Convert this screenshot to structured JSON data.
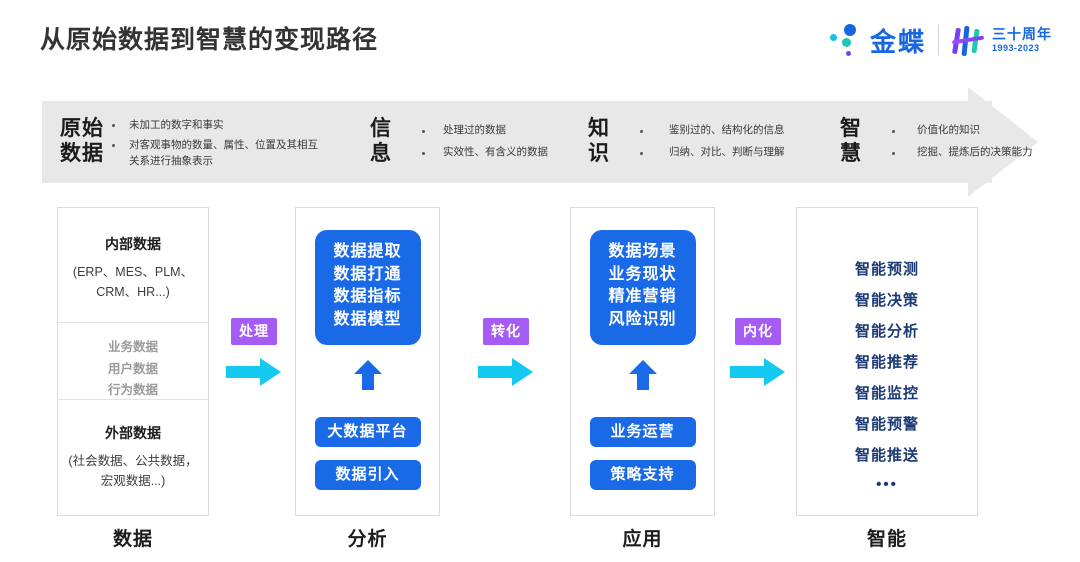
{
  "header": {
    "title": "从原始数据到智慧的变现路径",
    "brand_name": "金蝶",
    "anniversary_cn": "三十周年",
    "anniversary_years": "1993-2023",
    "brand_color": "#1766e0"
  },
  "banner": {
    "stages": [
      {
        "name": "原始\n数据",
        "name_line1": "原始",
        "name_line2": "数据",
        "bullets": [
          "未加工的数字和事实",
          "对客观事物的数量、属性、位置及其相互关系进行抽象表示"
        ]
      },
      {
        "name_line1": "信",
        "name_line2": "息",
        "bullets": [
          "处理过的数据",
          "实效性、有含义的数据"
        ]
      },
      {
        "name_line1": "知",
        "name_line2": "识",
        "bullets": [
          "鉴别过的、结构化的信息",
          "归纳、对比、判断与理解"
        ]
      },
      {
        "name_line1": "智",
        "name_line2": "慧",
        "bullets": [
          "价值化的知识",
          "挖掘、提炼后的决策能力"
        ]
      }
    ]
  },
  "columns": {
    "labels": [
      "数据",
      "分析",
      "应用",
      "智能"
    ],
    "data": {
      "internal_title": "内部数据",
      "internal_sub": "(ERP、MES、PLM、CRM、HR...)",
      "middle_items": [
        "业务数据",
        "用户数据",
        "行为数据"
      ],
      "external_title": "外部数据",
      "external_sub": "(社会数据、公共数据，宏观数据...)"
    },
    "analysis": {
      "main_items": [
        "数据提取",
        "数据打通",
        "数据指标",
        "数据模型"
      ],
      "sub_boxes": [
        "大数据平台",
        "数据引入"
      ]
    },
    "application": {
      "main_items": [
        "数据场景",
        "业务现状",
        "精准营销",
        "风险识别"
      ],
      "sub_boxes": [
        "业务运营",
        "策略支持"
      ]
    },
    "intelligence": {
      "items": [
        "智能预测",
        "智能决策",
        "智能分析",
        "智能推荐",
        "智能监控",
        "智能预警",
        "智能推送"
      ],
      "ellipsis": "•••"
    }
  },
  "connectors": [
    {
      "label": "处理"
    },
    {
      "label": "转化"
    },
    {
      "label": "内化"
    }
  ],
  "colors": {
    "box_blue": "#1a6ae8",
    "badge_purple": "#a45cf5",
    "arrow_cyan": "#14c8f0",
    "banner_grey": "#e8e8e8",
    "navy": "#1b3a75"
  }
}
